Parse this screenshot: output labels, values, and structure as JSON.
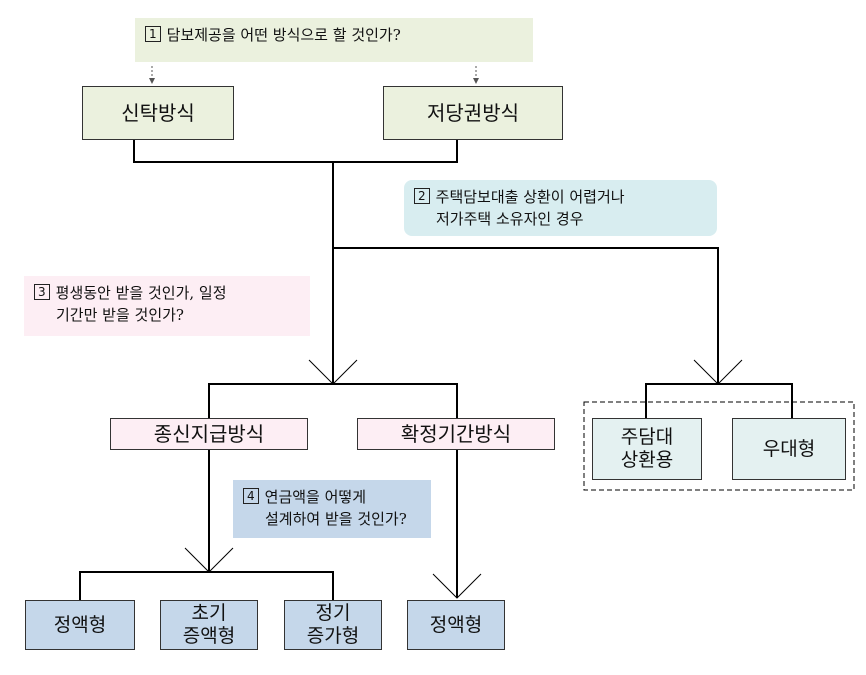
{
  "questions": {
    "q1": {
      "num": "1",
      "text": "담보제공을 어떤 방식으로 할 것인가?"
    },
    "q2": {
      "num": "2",
      "line1": "주택담보대출 상환이 어렵거나",
      "line2": "저가주택 소유자인 경우"
    },
    "q3": {
      "num": "3",
      "line1": "평생동안 받을 것인가, 일정",
      "line2": "기간만 받을 것인가?"
    },
    "q4": {
      "num": "4",
      "line1": "연금액을 어떻게",
      "line2": "설계하여 받을 것인가?"
    }
  },
  "nodes": {
    "trust": "신탁방식",
    "mortgage": "저당권방식",
    "lifetime": "종신지급방식",
    "fixed_term": "확정기간방식",
    "jdd_line1": "주담대",
    "jdd_line2": "상환용",
    "preferential": "우대형",
    "flat_1": "정액형",
    "early_line1": "초기",
    "early_line2": "증액형",
    "periodic_line1": "정기",
    "periodic_line2": "증가형",
    "flat_2": "정액형"
  },
  "colors": {
    "green_fill": "#ebf1de",
    "pink_fill": "#fdeef4",
    "blue_fill": "#c5d7ea",
    "teal_fill": "#e4f1f1",
    "line": "#000000"
  }
}
